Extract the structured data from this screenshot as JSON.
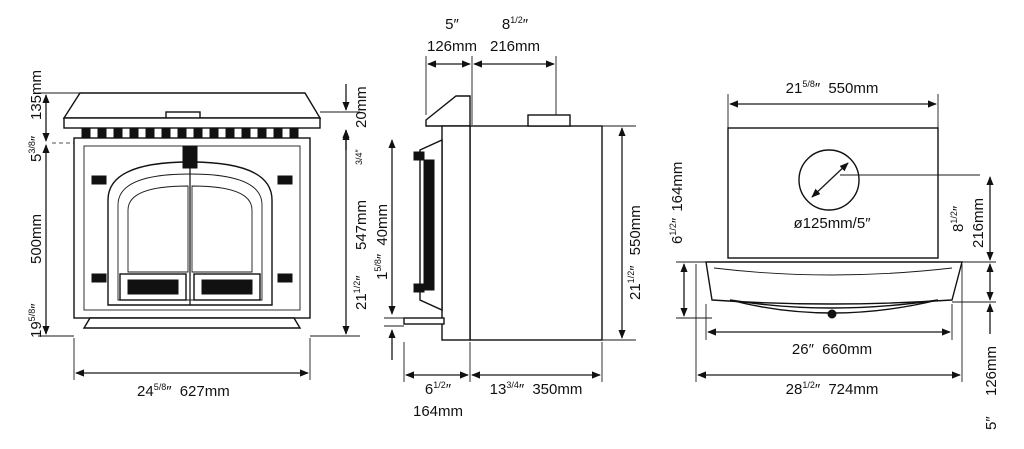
{
  "front": {
    "top_height_in": "5",
    "top_height_in_frac": "3/8",
    "top_height_in_mark": "″",
    "top_height_mm": "135mm",
    "body_height_in": "19",
    "body_height_in_frac": "5/8",
    "body_height_in_mark": "″",
    "body_height_mm": "500mm",
    "flue_height_in": "3/4",
    "flue_height_in_mark": "″",
    "flue_height_mm": "20mm",
    "total_height_in": "21",
    "total_height_in_frac": "1/2",
    "total_height_in_mark": "″",
    "total_height_mm": "547mm",
    "width_in": "24",
    "width_in_frac": "5/8",
    "width_in_mark": "″",
    "width_mm": "627mm"
  },
  "side": {
    "front_offset_in": "5″",
    "front_offset_mm": "126mm",
    "flue_offset_in": "8",
    "flue_offset_in_frac": "1/2",
    "flue_offset_in_mark": "″",
    "flue_offset_mm": "216mm",
    "hearth_height_in": "1",
    "hearth_height_in_frac": "5/8",
    "hearth_height_in_mark": "″",
    "hearth_height_mm": "40mm",
    "height_in": "21",
    "height_in_frac": "1/2",
    "height_in_mark": "″",
    "height_mm": "550mm",
    "door_depth_in": "6",
    "door_depth_in_frac": "1/2",
    "door_depth_in_mark": "″",
    "door_depth_mm": "164mm",
    "depth_in": "13",
    "depth_in_frac": "3/4",
    "depth_in_mark": "″",
    "depth_mm": "350mm"
  },
  "plan": {
    "top_width_in": "21",
    "top_width_in_frac": "5/8",
    "top_width_in_mark": "″",
    "top_width_mm": "550mm",
    "flue_label": "ø125mm/5″",
    "flue_depth_in": "8",
    "flue_depth_in_frac": "1/2",
    "flue_depth_in_mark": "″",
    "flue_depth_mm": "216mm",
    "front_depth_in": "6",
    "front_depth_in_frac": "1/2",
    "front_depth_in_mark": "″",
    "front_depth_mm": "164mm",
    "body_width_in": "26″",
    "body_width_mm": "660mm",
    "overall_width_in": "28",
    "overall_width_in_frac": "1/2",
    "overall_width_in_mark": "″",
    "overall_width_mm": "724mm",
    "rear_depth_in": "5″",
    "rear_depth_mm": "126mm"
  }
}
